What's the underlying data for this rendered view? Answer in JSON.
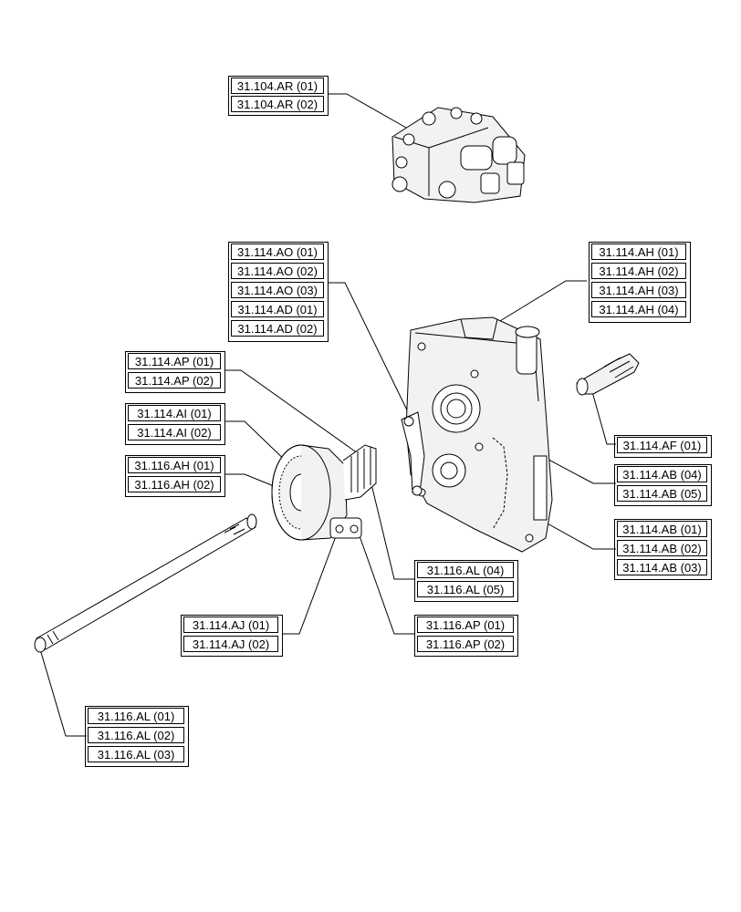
{
  "groups": {
    "valve": [
      "31.104.AR (01)",
      "31.104.AR (02)"
    ],
    "lever": [
      "31.114.AO (01)",
      "31.114.AO (02)",
      "31.114.AO (03)",
      "31.114.AD (01)",
      "31.114.AD (02)"
    ],
    "housing": [
      "31.114.AH (01)",
      "31.114.AH (02)",
      "31.114.AH (03)",
      "31.114.AH (04)"
    ],
    "shaft_ap": [
      "31.114.AP (01)",
      "31.114.AP (02)"
    ],
    "clutch_ai": [
      "31.114.AI (01)",
      "31.114.AI (02)"
    ],
    "gear_ah": [
      "31.116.AH (01)",
      "31.116.AH (02)"
    ],
    "pto_stub": [
      "31.114.AF (01)"
    ],
    "housing_ab_upper": [
      "31.114.AB (04)",
      "31.114.AB (05)"
    ],
    "housing_ab_lower": [
      "31.114.AB (01)",
      "31.114.AB (02)",
      "31.114.AB (03)"
    ],
    "shaft_al_upper": [
      "31.116.AL (04)",
      "31.116.AL (05)"
    ],
    "valve_aj": [
      "31.114.AJ (01)",
      "31.114.AJ (02)"
    ],
    "valve_ap": [
      "31.116.AP (01)",
      "31.116.AP (02)"
    ],
    "shaft_al_lower": [
      "31.116.AL (01)",
      "31.116.AL (02)",
      "31.116.AL (03)"
    ]
  },
  "colors": {
    "line": "#000000",
    "background": "#ffffff",
    "part_fill": "#f2f2f2"
  }
}
